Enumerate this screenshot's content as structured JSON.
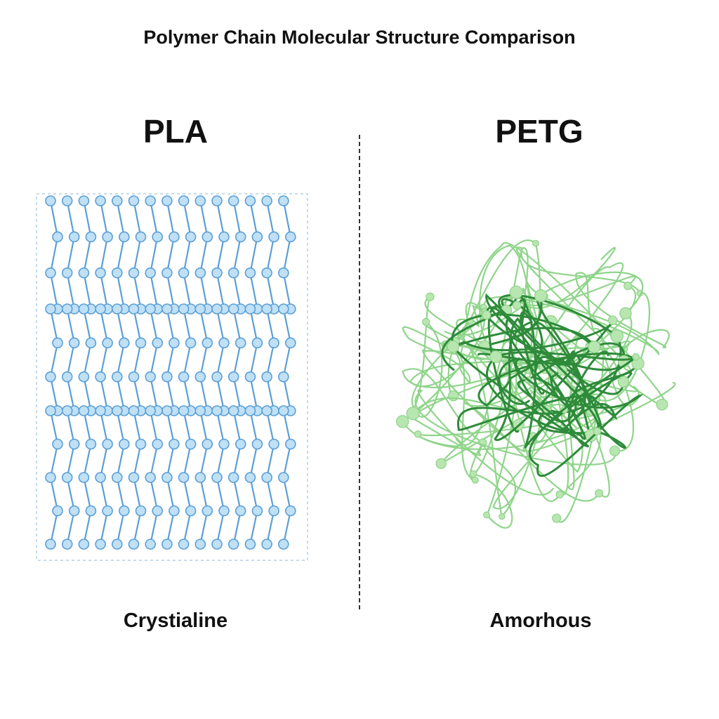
{
  "title": "Polymer Chain Molecular Structure Comparison",
  "left": {
    "label": "PLA",
    "caption": "Crystialine",
    "color": "#5b9fd6",
    "fill": "#bfe0f5"
  },
  "right": {
    "label": "PETG",
    "caption": "Amorhous",
    "color_light": "#8fd48a",
    "color_dark": "#2e8b3a",
    "fill": "#b8e6b0"
  }
}
